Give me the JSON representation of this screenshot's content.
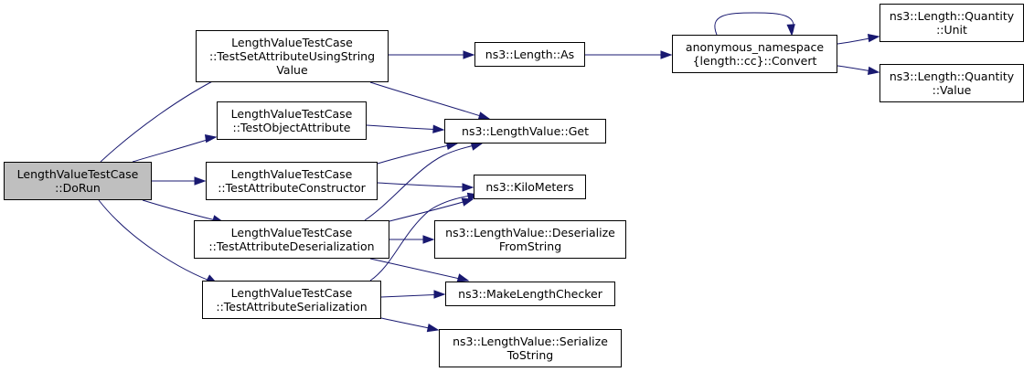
{
  "colors": {
    "edge": "#191970",
    "current_node_fill": "#bfbfbf",
    "node_fill": "#ffffff",
    "node_border": "#000000"
  },
  "nodes": {
    "dorun": [
      "LengthValueTestCase",
      "::DoRun"
    ],
    "test_set_attr": [
      "LengthValueTestCase",
      "::TestSetAttributeUsingString",
      "Value"
    ],
    "test_object_attr": [
      "LengthValueTestCase",
      "::TestObjectAttribute"
    ],
    "test_attr_ctor": [
      "LengthValueTestCase",
      "::TestAttributeConstructor"
    ],
    "test_attr_deser": [
      "LengthValueTestCase",
      "::TestAttributeDeserialization"
    ],
    "test_attr_ser": [
      "LengthValueTestCase",
      "::TestAttributeSerialization"
    ],
    "length_as": [
      "ns3::Length::As"
    ],
    "length_value_get": [
      "ns3::LengthValue::Get"
    ],
    "kilometers": [
      "ns3::KiloMeters"
    ],
    "deserialize_from_string": [
      "ns3::LengthValue::Deserialize",
      "FromString"
    ],
    "make_length_checker": [
      "ns3::MakeLengthChecker"
    ],
    "serialize_to_string": [
      "ns3::LengthValue::Serialize",
      "ToString"
    ],
    "convert": [
      "anonymous_namespace",
      "{length::cc}::Convert"
    ],
    "quantity_unit": [
      "ns3::Length::Quantity",
      "::Unit"
    ],
    "quantity_value": [
      "ns3::Length::Quantity",
      "::Value"
    ]
  }
}
